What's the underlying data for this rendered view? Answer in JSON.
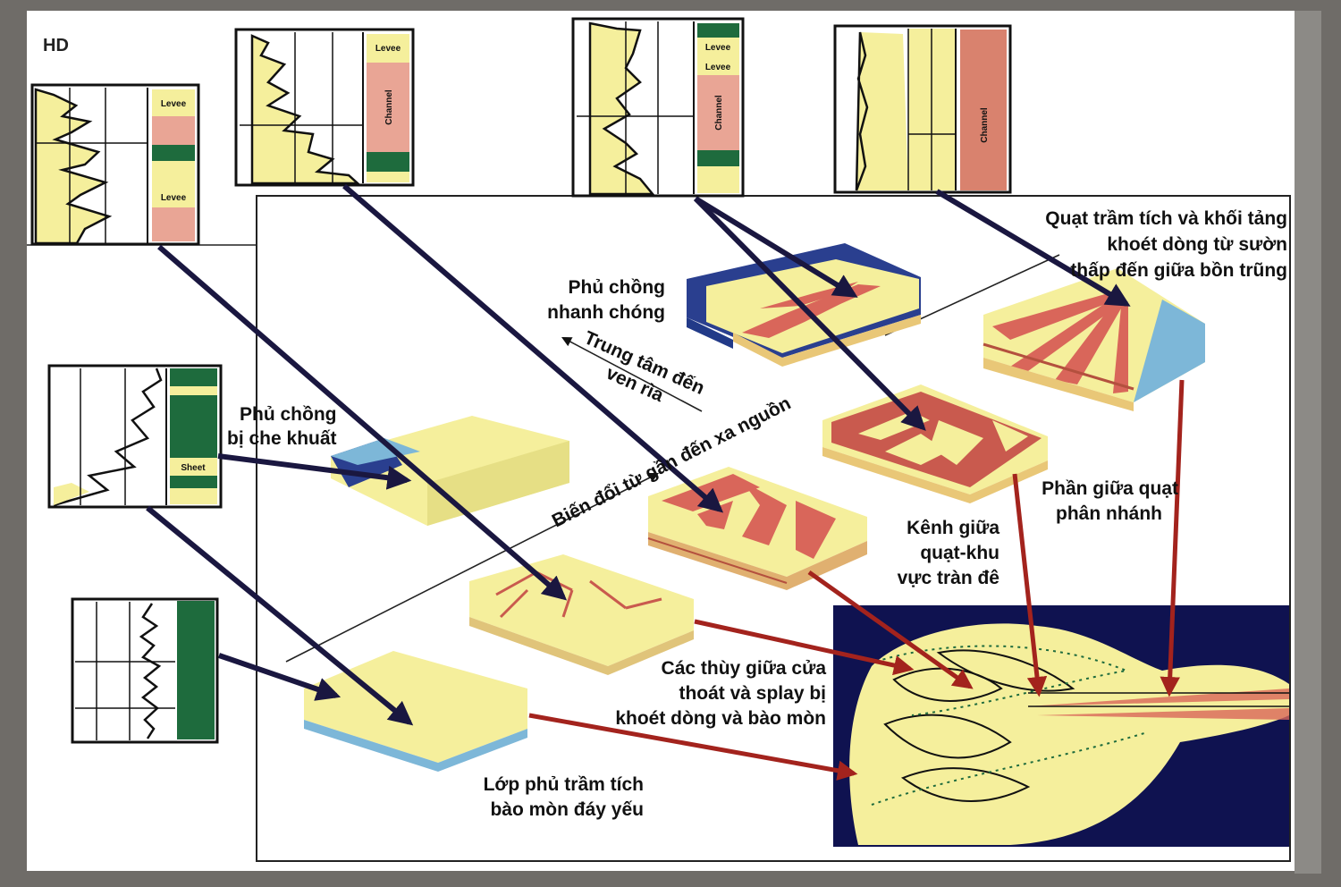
{
  "corner_label": "HD",
  "logs": {
    "levee_a": "Levee",
    "levee_b": "Levee",
    "levee_c": "Levee",
    "levee_d": "Levee",
    "levee_e": "Levee",
    "channel_a": "Channel",
    "channel_b": "Channel",
    "channel_c": "Channel",
    "sheet": "Sheet"
  },
  "labels": {
    "fan_top_1": "Quạt trầm tích và khối tảng",
    "fan_top_2": "khoét dòng từ sườn",
    "fan_top_3": "thấp đến giữa bồn trũng",
    "rapid_1": "Phủ chồng",
    "rapid_2": "nhanh chóng",
    "center_1": "Trung tâm đến",
    "center_2": "ven rìa",
    "hidden_1": "Phủ chồng",
    "hidden_2": "bị che khuất",
    "proximal": "Biến đổi từ gần đến xa nguồn",
    "branch_1": "Phần giữa quạt",
    "branch_2": "phân nhánh",
    "channel_1": "Kênh giữa",
    "channel_2": "quạt-khu",
    "channel_3": "vực tràn đê",
    "lobes_1": "Các thùy giữa cửa",
    "lobes_2": "thoát và splay bị",
    "lobes_3": "khoét dòng và bào mòn",
    "sheet_1": "Lớp phủ trầm tích",
    "sheet_2": "bào mòn đáy yếu"
  },
  "colors": {
    "sand": "#f5ef9c",
    "channel": "#d9665a",
    "levee_mud": "#e9a595",
    "shale": "#1e6b3d",
    "water": "#2a3f8f",
    "arrow_black": "#1a1740",
    "arrow_red": "#a3231d"
  }
}
